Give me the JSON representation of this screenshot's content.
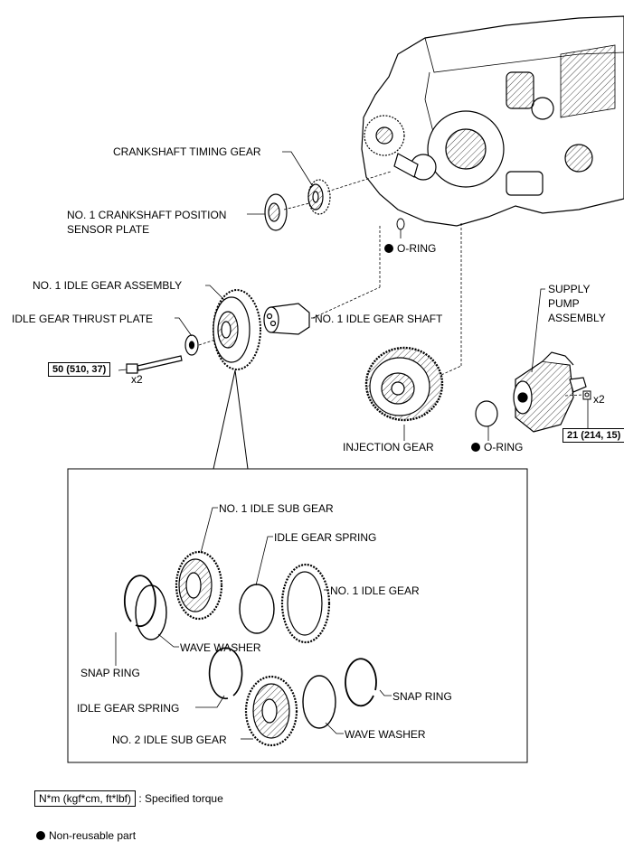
{
  "labels": {
    "crankshaft_timing_gear": "CRANKSHAFT TIMING GEAR",
    "crank_pos_sensor_plate_1": "NO. 1 CRANKSHAFT POSITION",
    "crank_pos_sensor_plate_2": "SENSOR PLATE",
    "oring_top": "O-RING",
    "idle_gear_assembly": "NO. 1 IDLE GEAR ASSEMBLY",
    "idle_gear_thrust_plate": "IDLE GEAR THRUST PLATE",
    "idle_gear_shaft": "NO. 1 IDLE GEAR SHAFT",
    "supply_pump_1": "SUPPLY",
    "supply_pump_2": "PUMP",
    "supply_pump_3": "ASSEMBLY",
    "qty_bolt": "x2",
    "qty_nut": "x2",
    "injection_gear": "INJECTION GEAR",
    "oring_pump": "O-RING",
    "idle_sub_gear_1": "NO. 1 IDLE SUB GEAR",
    "idle_gear_spring_1": "IDLE GEAR SPRING",
    "idle_gear_1": "NO. 1 IDLE GEAR",
    "wave_washer_1": "WAVE WASHER",
    "snap_ring_1": "SNAP RING",
    "idle_gear_spring_2": "IDLE GEAR SPRING",
    "snap_ring_2": "SNAP RING",
    "idle_sub_gear_2": "NO. 2 IDLE SUB GEAR",
    "wave_washer_2": "WAVE WASHER"
  },
  "torques": {
    "idle_gear_bolt": "50 (510, 37)",
    "pump_nut": "21 (214, 15)"
  },
  "legend": {
    "torque_unit": "N*m (kgf*cm, ft*lbf)",
    "torque_desc": ": Specified torque",
    "nonreusable": "Non-reusable part"
  }
}
